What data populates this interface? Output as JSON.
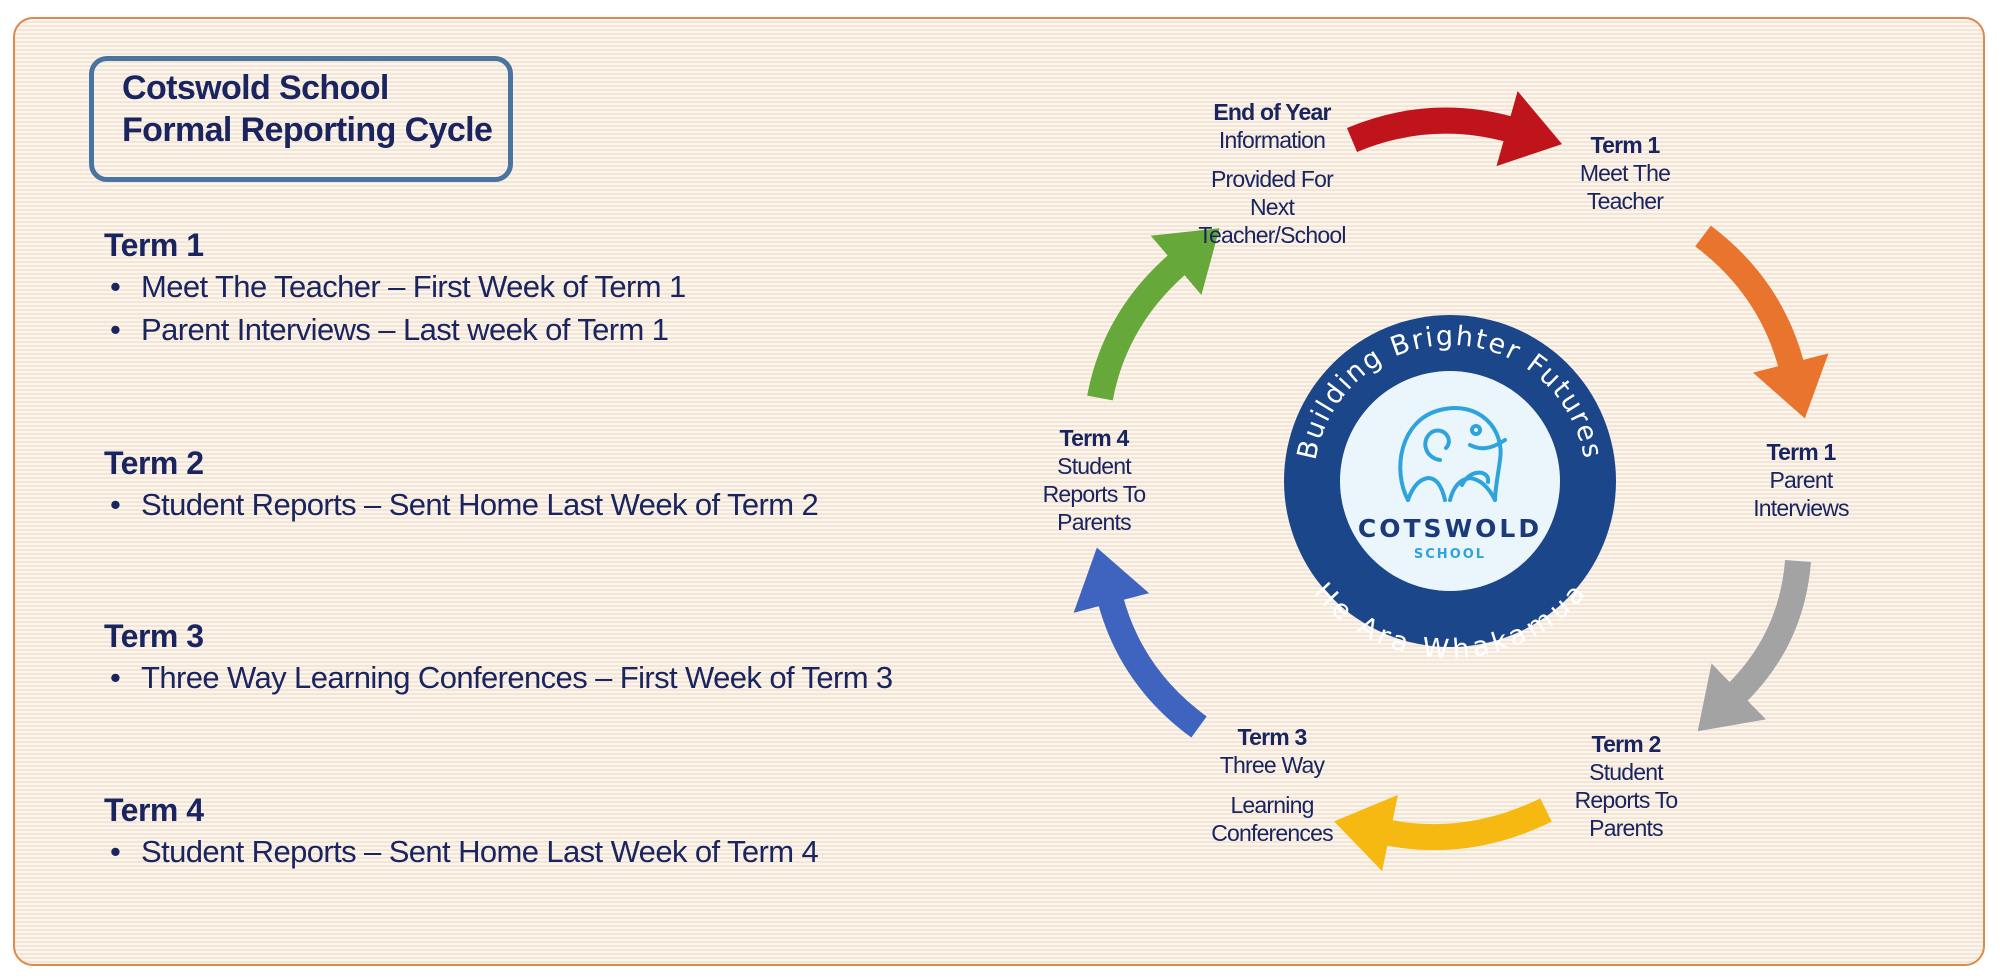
{
  "title": {
    "line1": "Cotswold School",
    "line2": "Formal Reporting Cycle"
  },
  "terms": [
    {
      "heading": "Term 1",
      "bullets": [
        "Meet The Teacher – First Week of Term 1",
        "Parent Interviews – Last week of Term 1"
      ]
    },
    {
      "heading": "Term 2",
      "bullets": [
        "Student Reports – Sent Home Last Week of Term 2"
      ]
    },
    {
      "heading": "Term 3",
      "bullets": [
        "Three Way Learning Conferences – First Week of Term 3"
      ]
    },
    {
      "heading": "Term 4",
      "bullets": [
        "Student Reports – Sent Home Last Week of Term 4"
      ]
    }
  ],
  "bullet_glyph": "•",
  "cycle": {
    "end_of_year": {
      "title": "End of Year",
      "lines": [
        "Information",
        "Provided For",
        "Next",
        "Teacher/School"
      ]
    },
    "term1_meet": {
      "title": "Term 1",
      "lines": [
        "Meet The",
        "Teacher"
      ]
    },
    "term1_interviews": {
      "title": "Term 1",
      "lines": [
        "Parent",
        "Interviews"
      ]
    },
    "term2": {
      "title": "Term 2",
      "lines": [
        "Student",
        "Reports To",
        "Parents"
      ]
    },
    "term3": {
      "title": "Term 3",
      "lines": [
        "Three Way",
        "Learning",
        "Conferences"
      ]
    },
    "term4": {
      "title": "Term 4",
      "lines": [
        "Student",
        "Reports To",
        "Parents"
      ]
    },
    "arrow_colors": [
      "#c0141c",
      "#e8742e",
      "#a3a3a3",
      "#f6b912",
      "#3f64c0",
      "#66a83a"
    ]
  },
  "logo": {
    "top_text": "Building Brighter Futures",
    "bottom_text": "He Ara Whakamua",
    "name": "COTSWOLD",
    "sub": "SCHOOL",
    "colors": {
      "ring": "#1b4689",
      "inner": "#eaf6fb",
      "elephant": "#2ea3dc"
    }
  }
}
